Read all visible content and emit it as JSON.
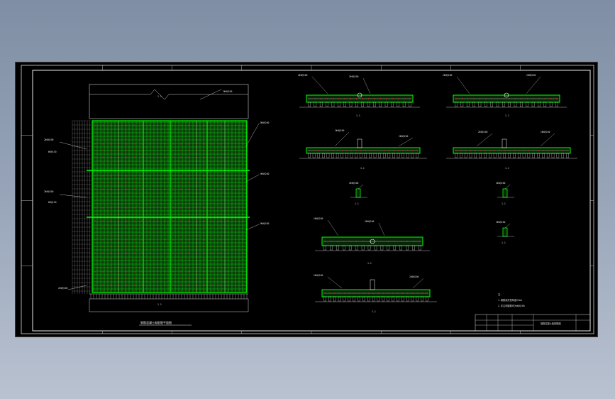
{
  "drawing": {
    "bottom_title": "钢筋混凝土板配筋平面图",
    "top_dim": "1  1",
    "bottom_dim": "1  1",
    "label_bar_spec": "2Φ8@200",
    "label_small": "Φ8@150",
    "label_section": "1-1",
    "colors": {
      "background": "#000000",
      "lines": "#ffffff",
      "rebar": "#00ff00",
      "markers": "#ff3030"
    }
  },
  "notes": {
    "header": "注:",
    "line1": "1.钢筋保护层厚度25mm",
    "line2": "2.未注明钢筋均为Φ8@200"
  },
  "title_block": {
    "drawing_name": "钢筋混凝土板配筋图"
  }
}
